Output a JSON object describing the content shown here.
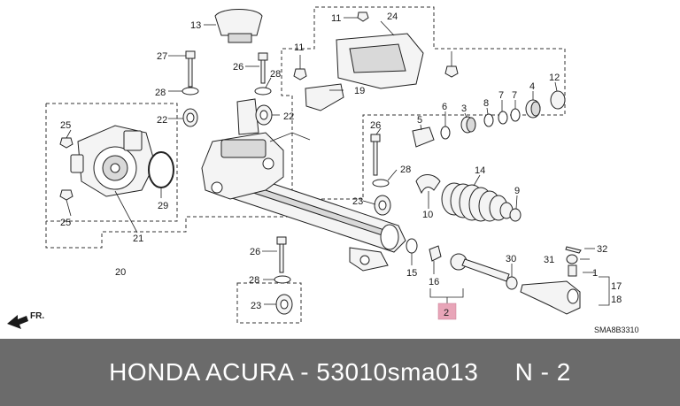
{
  "diagram": {
    "labels": [
      "13",
      "27",
      "26",
      "28",
      "22",
      "11",
      "24",
      "11",
      "19",
      "28",
      "22",
      "12",
      "4",
      "7",
      "8",
      "3",
      "5",
      "26",
      "25",
      "25",
      "29",
      "21",
      "20",
      "28",
      "14",
      "9",
      "23",
      "10",
      "32",
      "26",
      "15",
      "30",
      "31",
      "1",
      "17",
      "18",
      "28",
      "23",
      "16",
      "2",
      "6",
      "7"
    ],
    "code": "SMA8B3310",
    "direction_label": "FR.",
    "highlight_color": "#e8a5b8"
  },
  "footer": {
    "text": "HONDA ACURA - 53010sma013     N - 2",
    "background": "#6b6b6b"
  }
}
